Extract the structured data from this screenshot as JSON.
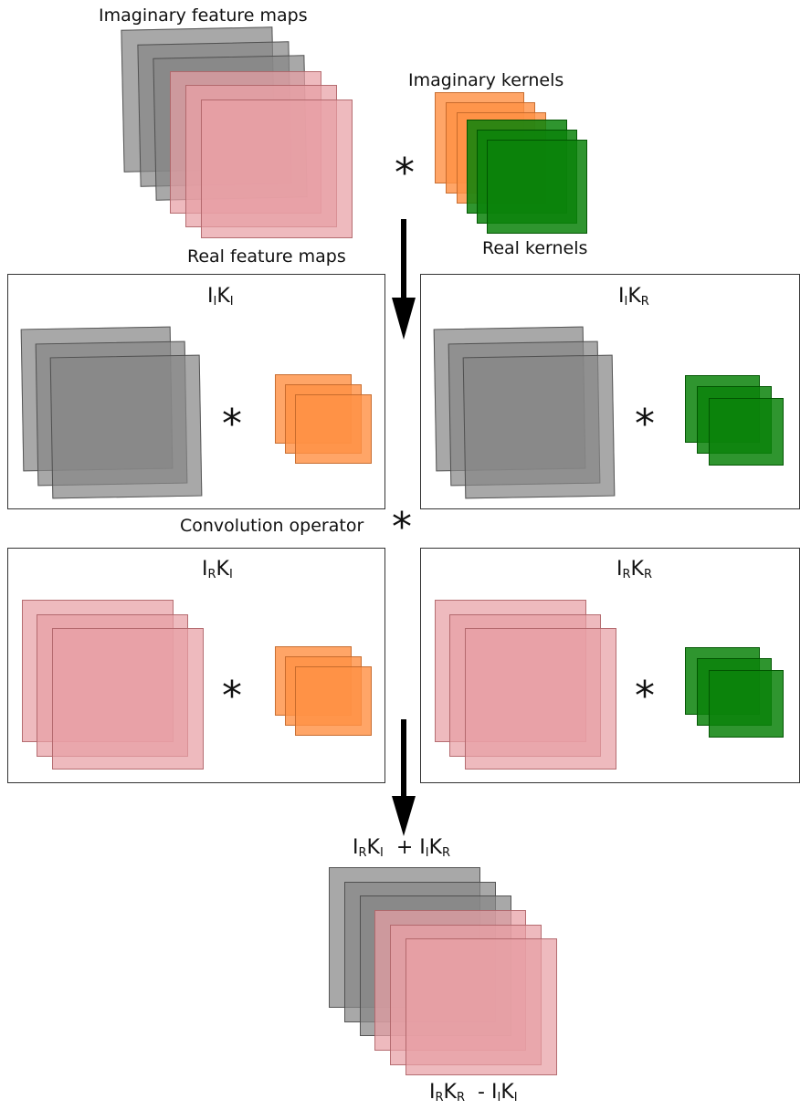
{
  "labels": {
    "imaginary_feature_maps": "Imaginary feature maps",
    "real_feature_maps": "Real feature maps",
    "imaginary_kernels": "Imaginary kernels",
    "real_kernels": "Real kernels",
    "convolution_operator": "Convolution operator",
    "conv_symbol": "*"
  },
  "panels": [
    {
      "id": "ii",
      "i_sub": "I",
      "k_sub": "I"
    },
    {
      "id": "ir",
      "i_sub": "I",
      "k_sub": "R"
    },
    {
      "id": "ri",
      "i_sub": "R",
      "k_sub": "I"
    },
    {
      "id": "rr",
      "i_sub": "R",
      "k_sub": "R"
    }
  ],
  "symbols": {
    "I": "I",
    "K": "K"
  },
  "result": {
    "imaginary_formula": {
      "t1_i": "R",
      "t1_k": "I",
      "op": "+",
      "t2_i": "I",
      "t2_k": "R"
    },
    "real_formula": {
      "t1_i": "R",
      "t1_k": "R",
      "op": "-",
      "t2_i": "I",
      "t2_k": "I"
    }
  },
  "colors": {
    "imaginary_map": "#878787",
    "real_map": "#e8a0a5",
    "imaginary_kernel": "#ff9146",
    "real_kernel": "#0a820a"
  }
}
